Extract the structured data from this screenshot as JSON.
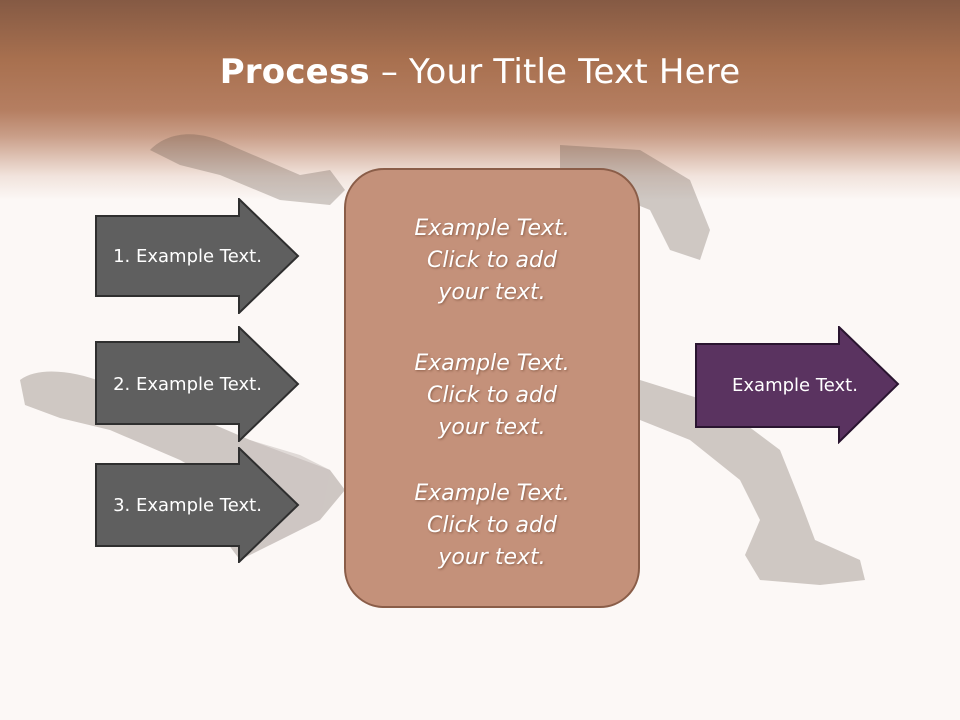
{
  "slide": {
    "title_bold": "Process",
    "title_rest": " – Your Title Text Here"
  },
  "left_arrows": [
    {
      "label": "1. Example Text."
    },
    {
      "label": "2. Example Text."
    },
    {
      "label": "3. Example Text."
    }
  ],
  "center": {
    "blocks": [
      {
        "line1": "Example Text.",
        "line2": "Click  to add",
        "line3": "your text."
      },
      {
        "line1": "Example Text.",
        "line2": "Click  to add",
        "line3": "your text."
      },
      {
        "line1": "Example Text.",
        "line2": "Click  to add",
        "line3": "your text."
      }
    ]
  },
  "right_arrow": {
    "label": "Example Text."
  },
  "colors": {
    "header": "#a8704f",
    "left_arrow_fill": "#5f5f5f",
    "center_fill": "#c4917a",
    "right_arrow_fill": "#5a3360"
  }
}
